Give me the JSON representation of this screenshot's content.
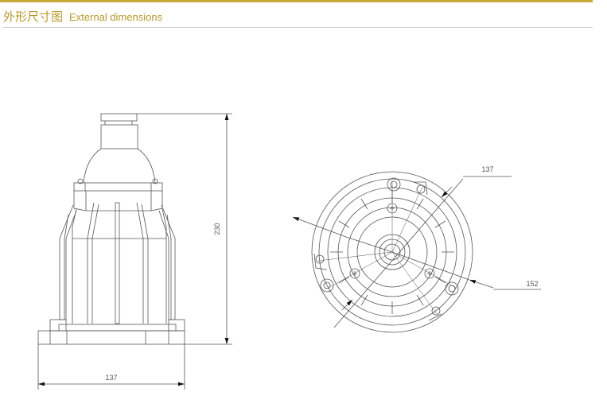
{
  "header": {
    "title_zh": "外形尺寸图",
    "title_en": "External dimensions",
    "accent_color": "#b79a2c"
  },
  "side_view": {
    "height_label": "230",
    "width_label": "137"
  },
  "top_view": {
    "diameter_label_1": "137",
    "diameter_label_2": "152"
  }
}
